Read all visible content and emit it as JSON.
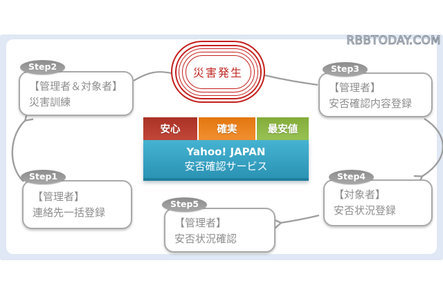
{
  "watermark": "RBBTODAY.COM",
  "event": {
    "label": "災害発生"
  },
  "service": {
    "badges": [
      {
        "label": "安心",
        "color": "#b9382b"
      },
      {
        "label": "確実",
        "color": "#ec8220"
      },
      {
        "label": "最安値",
        "color": "#8cb74a"
      }
    ],
    "title_line1": "Yahoo! JAPAN",
    "title_line2": "安否確認サービス",
    "color": "#32a0c2"
  },
  "steps": {
    "step1": {
      "id": "Step1",
      "actor": "【管理者】",
      "action": "連絡先一括登録"
    },
    "step2": {
      "id": "Step2",
      "actor": "【管理者＆対象者】",
      "action": "災害訓練"
    },
    "step3": {
      "id": "Step3",
      "actor": "【管理者】",
      "action": "安否確認内容登録"
    },
    "step4": {
      "id": "Step4",
      "actor": "【対象者】",
      "action": "安否状況登録"
    },
    "step5": {
      "id": "Step5",
      "actor": "【管理者】",
      "action": "安否状況確認"
    }
  },
  "colors": {
    "background_band": "#dfe8f4",
    "event_red": "#c41f1c",
    "connector_gray": "#9e9e9e",
    "step_text_gray": "#8d8d8d",
    "service_border": "#1f7e9d"
  }
}
